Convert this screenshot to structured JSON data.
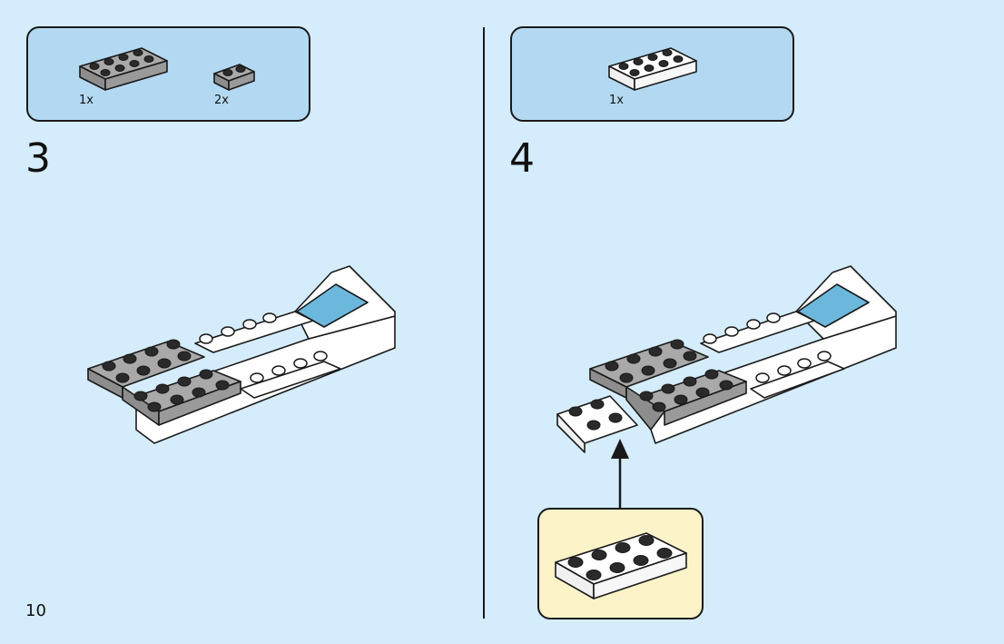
{
  "page_number": "10",
  "steps": [
    {
      "number": "3",
      "parts": [
        {
          "qty": "1x",
          "color": "#a9a9a9",
          "name": "plate-2x4-grey"
        },
        {
          "qty": "2x",
          "color": "#a9a9a9",
          "name": "plate-1x2-grey"
        }
      ]
    },
    {
      "number": "4",
      "parts": [
        {
          "qty": "1x",
          "color": "#ffffff",
          "name": "plate-2x4-white"
        }
      ]
    }
  ],
  "colors": {
    "background": "#d4ecfb",
    "parts_box": "#b3d9f2",
    "callout": "#fdf3c8",
    "grey_brick": "#a9a9a9",
    "white_brick": "#ffffff",
    "windshield": "#6cb8dc"
  }
}
